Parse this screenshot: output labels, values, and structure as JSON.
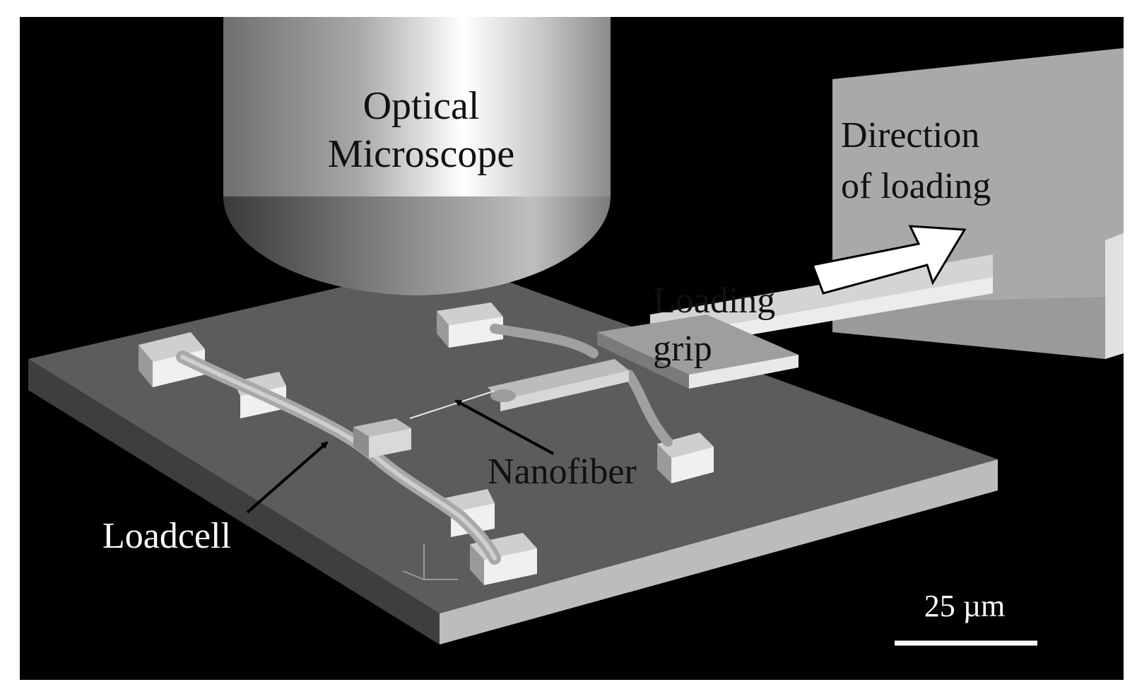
{
  "labels": {
    "microscope_line1": "Optical",
    "microscope_line2": "Microscope",
    "direction_line1": "Direction",
    "direction_line2": "of loading",
    "grip_line1": "Loading",
    "grip_line2": "grip",
    "nanofiber": "Nanofiber",
    "loadcell": "Loadcell",
    "scale_bar": "25 µm"
  },
  "colors": {
    "background": "#000000",
    "substrate_top": "#5e5e5e",
    "substrate_side": "#bdbdbd",
    "text_dark": "#111111",
    "text_light": "#ffffff"
  }
}
